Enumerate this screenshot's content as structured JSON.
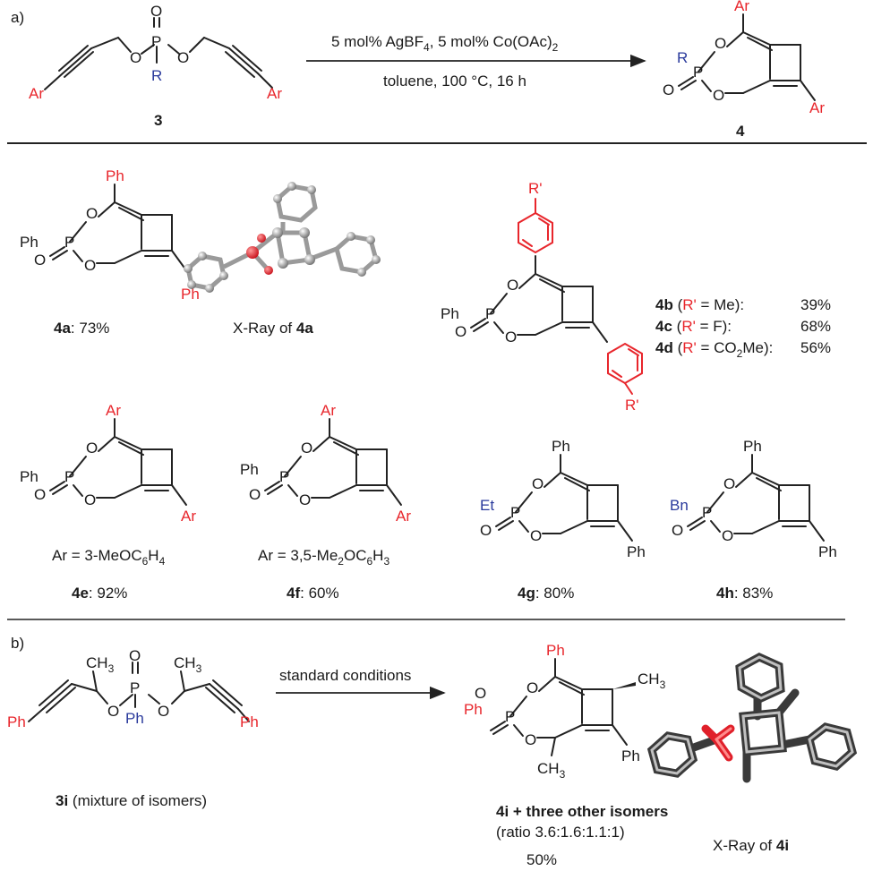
{
  "colors": {
    "black": "#1a1a1a",
    "red": "#e8262c",
    "blue": "#2a3a9c"
  },
  "panel_a": {
    "label": "a)",
    "reagents_line1": "5 mol% AgBF",
    "reagents_sub4": "4",
    "reagents_mid": ", 5 mol% Co(OAc)",
    "reagents_sub2": "2",
    "conditions": "toluene, 100 °C, 16 h",
    "sm_number": "3",
    "product_number": "4"
  },
  "atoms": {
    "Ar": "Ar",
    "R": "R",
    "O": "O",
    "P": "P",
    "Ph": "Ph",
    "Et": "Et",
    "Bn": "Bn",
    "Rp": "R'",
    "CH3": "CH",
    "sub3": "3"
  },
  "products": {
    "a": {
      "id": "4a",
      "yield": ": 73%"
    },
    "xray_a_prefix": "X-Ray of ",
    "xray_a_id": "4a",
    "b": {
      "id": "4b",
      "rp": "R'",
      "open": " (",
      "mid": " = Me):",
      "yield": "39%"
    },
    "c": {
      "id": "4c",
      "rp": "R'",
      "open": " (",
      "mid": " = F):",
      "yield": "68%"
    },
    "d": {
      "id": "4d",
      "rp": "R'",
      "open": " (",
      "mid": " = CO",
      "sub": "2",
      "tail": "Me):",
      "yield": "56%"
    },
    "e": {
      "id": "4e",
      "yield": ": 92%",
      "ar_def": "Ar = 3-MeOC",
      "ar_sub1": "6",
      "ar_mid": "H",
      "ar_sub2": "4"
    },
    "f": {
      "id": "4f",
      "yield": ": 60%",
      "ar_def": "Ar = 3,5-Me",
      "ar_sub1": "2",
      "ar_mid": "OC",
      "ar_sub2": "6",
      "ar_end": "H",
      "ar_sub3": "3"
    },
    "g": {
      "id": "4g",
      "yield": ": 80%"
    },
    "h": {
      "id": "4h",
      "yield": ": 83%"
    }
  },
  "panel_b": {
    "label": "b)",
    "conditions": "standard conditions",
    "sm_id": "3i",
    "sm_note": " (mixture of isomers)",
    "product_id": "4i",
    "product_note": " + three other isomers",
    "ratio": "(ratio 3.6:1.6:1.1:1)",
    "yield": "50%",
    "xray_prefix": "X-Ray of ",
    "xray_id": "4i"
  }
}
